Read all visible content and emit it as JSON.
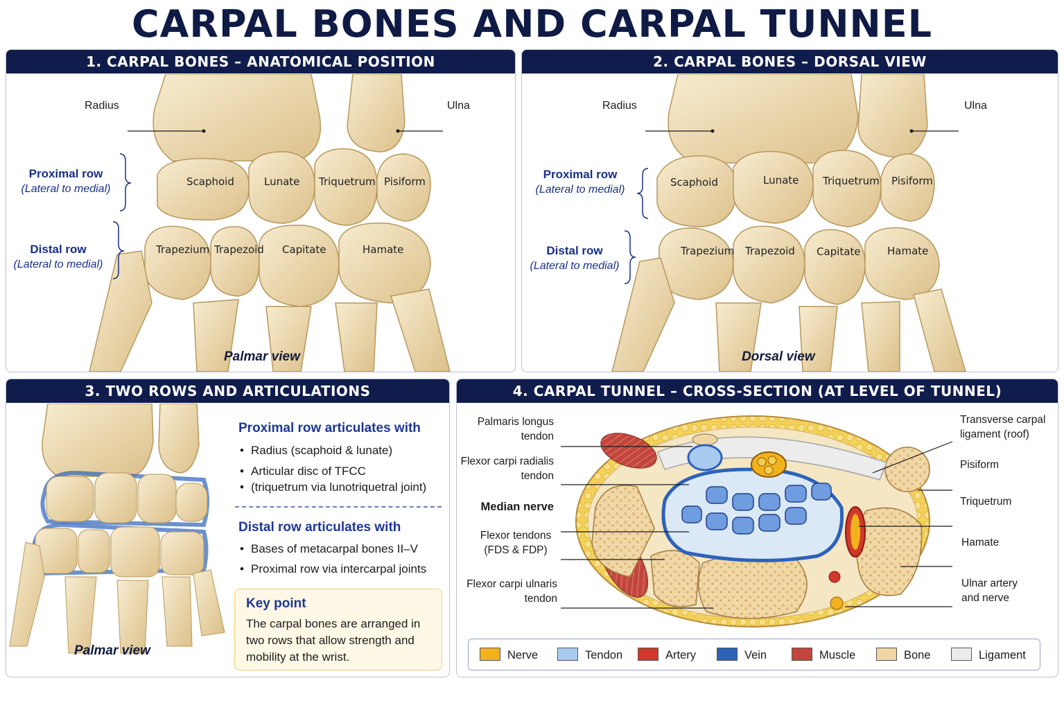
{
  "title": "CARPAL BONES AND CARPAL TUNNEL",
  "panel1": {
    "header": "1. CARPAL BONES – ANATOMICAL POSITION",
    "radius": "Radius",
    "ulna": "Ulna",
    "proximal_row": "Proximal row",
    "proximal_sub": "(Lateral to medial)",
    "distal_row": "Distal row",
    "distal_sub": "(Lateral to medial)",
    "bones": [
      "Scaphoid",
      "Lunate",
      "Triquetrum",
      "Pisiform",
      "Trapezium",
      "Trapezoid",
      "Capitate",
      "Hamate"
    ],
    "caption": "Palmar view"
  },
  "panel2": {
    "header": "2. CARPAL BONES – DORSAL VIEW",
    "radius": "Radius",
    "ulna": "Ulna",
    "proximal_row": "Proximal row",
    "proximal_sub": "(Lateral to medial)",
    "distal_row": "Distal row",
    "distal_sub": "(Lateral to medial)",
    "bones": [
      "Scaphoid",
      "Lunate",
      "Triquetrum",
      "Pisiform",
      "Trapezium",
      "Trapezoid",
      "Capitate",
      "Hamate"
    ],
    "caption": "Dorsal view"
  },
  "panel3": {
    "header": "3. TWO ROWS AND ARTICULATIONS",
    "caption": "Palmar view",
    "proximal_heading": "Proximal row articulates with",
    "proximal_items": [
      "Radius (scaphoid & lunate)",
      "Articular disc of TFCC",
      "(triquetrum via lunotriquetral joint)"
    ],
    "distal_heading": "Distal row articulates with",
    "distal_items": [
      "Bases of metacarpal bones II–V",
      "Proximal row via intercarpal joints"
    ],
    "key_title": "Key point",
    "key_text": "The carpal bones are arranged in two rows that allow strength and mobility at the wrist."
  },
  "panel4": {
    "header": "4. CARPAL TUNNEL – CROSS-SECTION (AT LEVEL OF TUNNEL)",
    "left_labels": [
      "Palmaris longus",
      "tendon",
      "Flexor carpi radialis",
      "tendon",
      "Median nerve",
      "Flexor tendons",
      "(FDS & FDP)",
      "Flexor carpi ulnaris",
      "tendon"
    ],
    "right_labels": [
      "Transverse carpal",
      "ligament (roof)",
      "Pisiform",
      "Triquetrum",
      "Hamate",
      "Ulnar artery",
      "and nerve"
    ],
    "legend": [
      "Nerve",
      "Tendon",
      "Artery",
      "Vein",
      "Muscle",
      "Bone",
      "Ligament"
    ]
  },
  "colors": {
    "header_bg": "#101d4c",
    "accent_blue": "#182f86",
    "nerve": "#f2b21e",
    "tendon": "#a9cbef",
    "artery": "#d0392b",
    "vein": "#2d62b9",
    "muscle": "#c2463d",
    "bone": "#efd6a4",
    "ligament": "#ececec"
  }
}
